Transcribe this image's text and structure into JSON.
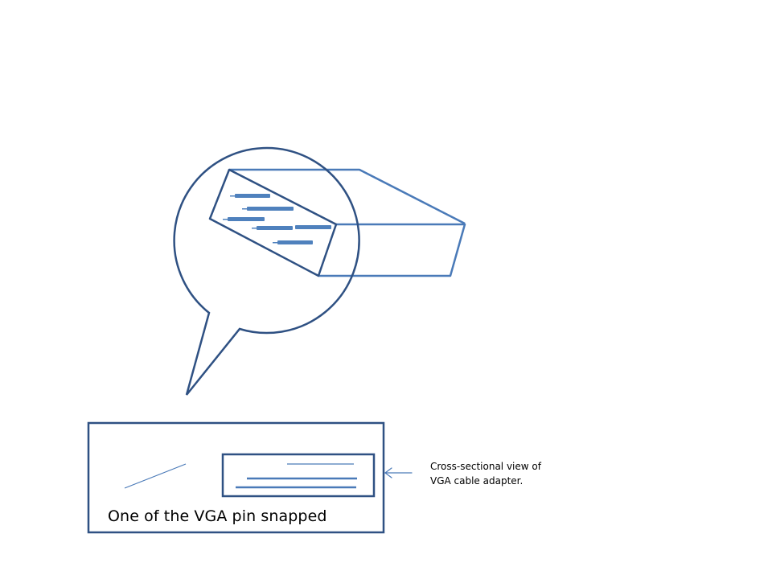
{
  "colors": {
    "outline_dark": "#2f5183",
    "outline_blue": "#4a7ab8",
    "pin_fill": "#4f81bd",
    "background": "#ffffff",
    "text": "#000000"
  },
  "callout": {
    "shape": "speech-bubble-circle",
    "content": "enlarged VGA connector with pins"
  },
  "panel": {
    "caption": "One of the VGA pin snapped"
  },
  "note": {
    "line1": "Cross-sectional view of",
    "line2": "VGA cable adapter."
  }
}
